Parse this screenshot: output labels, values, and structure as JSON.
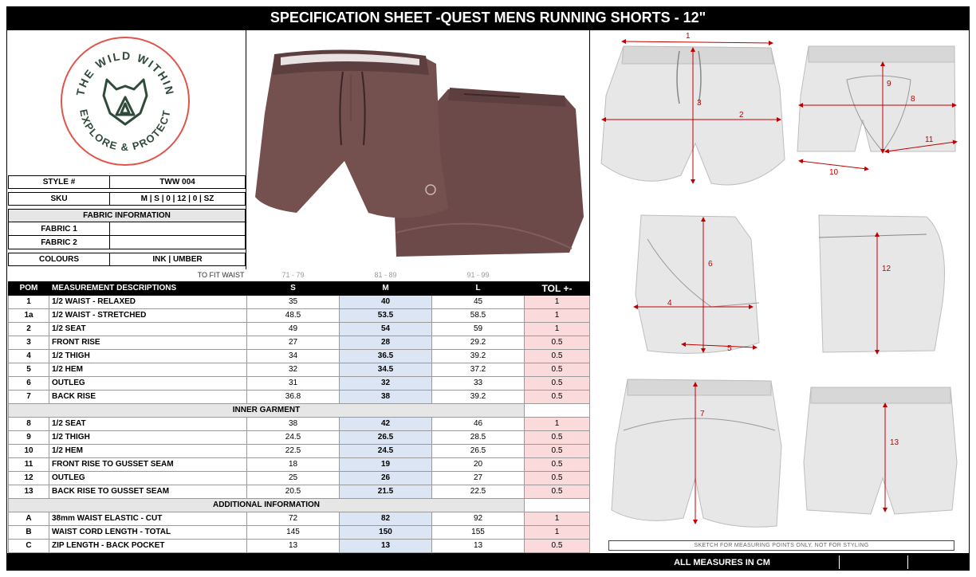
{
  "title": "SPECIFICATION SHEET -QUEST MENS RUNNING SHORTS - 12\"",
  "logo": {
    "text_top": "THE WILD WITHIN",
    "text_bottom": "EXPLORE & PROTECT",
    "ring_color": "#e0554a",
    "mark_color": "#2f4a3a"
  },
  "info": {
    "style_label": "STYLE #",
    "style_value": "TWW 004",
    "sku_label": "SKU",
    "sku_value": "M | S | 0 | 12 | 0 | SZ",
    "fabric_header": "FABRIC INFORMATION",
    "fabric1_label": "FABRIC 1",
    "fabric1_value": "",
    "fabric2_label": "FABRIC 2",
    "fabric2_value": "",
    "colours_label": "COLOURS",
    "colours_value": "INK | UMBER"
  },
  "table": {
    "fit_label": "TO FIT WAIST",
    "fit_ranges": [
      "71 - 79",
      "81 - 89",
      "91 - 99"
    ],
    "headers": [
      "POM",
      "MEASUREMENT DESCRIPTIONS",
      "S",
      "M",
      "L",
      "TOL +-"
    ],
    "sections": [
      {
        "title": "",
        "rows": [
          {
            "pom": "1",
            "desc": "1/2 WAIST - RELAXED",
            "s": "35",
            "m": "40",
            "l": "45",
            "tol": "1"
          },
          {
            "pom": "1a",
            "desc": "1/2 WAIST - STRETCHED",
            "s": "48.5",
            "m": "53.5",
            "l": "58.5",
            "tol": "1"
          },
          {
            "pom": "2",
            "desc": "1/2 SEAT",
            "s": "49",
            "m": "54",
            "l": "59",
            "tol": "1"
          },
          {
            "pom": "3",
            "desc": "FRONT RISE",
            "s": "27",
            "m": "28",
            "l": "29.2",
            "tol": "0.5"
          },
          {
            "pom": "4",
            "desc": "1/2 THIGH",
            "s": "34",
            "m": "36.5",
            "l": "39.2",
            "tol": "0.5"
          },
          {
            "pom": "5",
            "desc": "1/2 HEM",
            "s": "32",
            "m": "34.5",
            "l": "37.2",
            "tol": "0.5"
          },
          {
            "pom": "6",
            "desc": "OUTLEG",
            "s": "31",
            "m": "32",
            "l": "33",
            "tol": "0.5"
          },
          {
            "pom": "7",
            "desc": "BACK RISE",
            "s": "36.8",
            "m": "38",
            "l": "39.2",
            "tol": "0.5"
          }
        ]
      },
      {
        "title": "INNER GARMENT",
        "rows": [
          {
            "pom": "8",
            "desc": "1/2 SEAT",
            "s": "38",
            "m": "42",
            "l": "46",
            "tol": "1"
          },
          {
            "pom": "9",
            "desc": "1/2 THIGH",
            "s": "24.5",
            "m": "26.5",
            "l": "28.5",
            "tol": "0.5"
          },
          {
            "pom": "10",
            "desc": "1/2 HEM",
            "s": "22.5",
            "m": "24.5",
            "l": "26.5",
            "tol": "0.5"
          },
          {
            "pom": "11",
            "desc": "FRONT RISE TO GUSSET SEAM",
            "s": "18",
            "m": "19",
            "l": "20",
            "tol": "0.5"
          },
          {
            "pom": "12",
            "desc": "OUTLEG",
            "s": "25",
            "m": "26",
            "l": "27",
            "tol": "0.5"
          },
          {
            "pom": "13",
            "desc": "BACK RISE TO GUSSET SEAM",
            "s": "20.5",
            "m": "21.5",
            "l": "22.5",
            "tol": "0.5"
          }
        ]
      },
      {
        "title": "ADDITIONAL INFORMATION",
        "rows": [
          {
            "pom": "A",
            "desc": "38mm WAIST ELASTIC - CUT",
            "s": "72",
            "m": "82",
            "l": "92",
            "tol": "1"
          },
          {
            "pom": "B",
            "desc": "WAIST CORD LENGTH - TOTAL",
            "s": "145",
            "m": "150",
            "l": "155",
            "tol": "1"
          },
          {
            "pom": "C",
            "desc": "ZIP LENGTH - BACK POCKET",
            "s": "13",
            "m": "13",
            "l": "13",
            "tol": "0.5"
          }
        ]
      }
    ]
  },
  "sketch_labels": [
    "1",
    "2",
    "3",
    "4",
    "5",
    "6",
    "7",
    "8",
    "9",
    "10",
    "11",
    "12",
    "13"
  ],
  "sketch_note": "SKETCH FOR MEASURING POINTS ONLY. NOT FOR STYLING",
  "footer": "ALL MEASURES IN CM",
  "colors": {
    "garment": "#74504f",
    "garment_dark": "#5e3f3f",
    "sketch": "#e7e7e7",
    "measure": "#c00000",
    "m_column": "#dbe5f3",
    "tol_column": "#fadada"
  }
}
